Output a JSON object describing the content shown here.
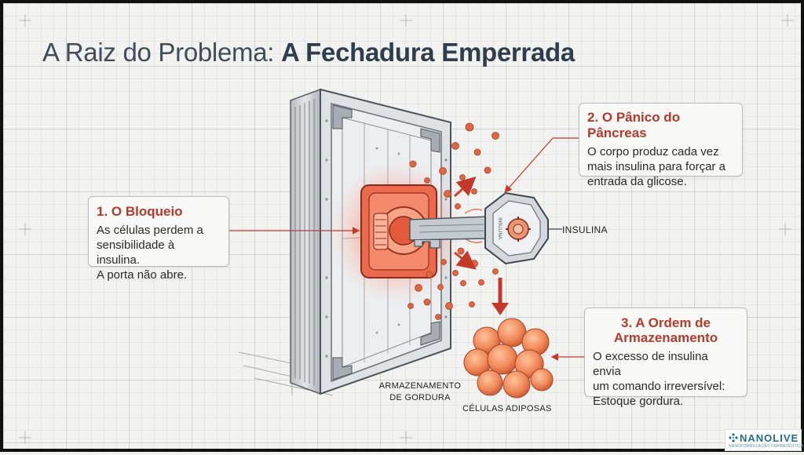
{
  "title": {
    "regular": "A Raiz do Problema: ",
    "bold": "A Fechadura Emperrada"
  },
  "callouts": [
    {
      "heading": "1. O Bloqueio",
      "lines": [
        "As células perdem a",
        "sensibilidade à insulina.",
        "A porta não abre."
      ]
    },
    {
      "heading": "2. O Pânico do Pâncreas",
      "lines": [
        "O corpo produz cada vez",
        "mais insulina para forçar a",
        "entrada da glicose."
      ]
    },
    {
      "heading_lines": [
        "3. A Ordem de",
        "Armazenamento"
      ],
      "lines": [
        "O excesso de insulina envia",
        "um comando irreversível:",
        "Estoque gordura."
      ]
    }
  ],
  "labels": {
    "insulina": "INSULINA",
    "armazenamento": [
      "ARMAZENAMENTO",
      "DE GORDURA"
    ],
    "celulas": "CÉLULAS ADIPOSAS",
    "key_engraving": "INSULINA"
  },
  "logo": {
    "brand": "NANOLIVE",
    "tagline": "NANOFORMULAÇÃO FARMACÊUTICA"
  },
  "colors": {
    "accent_red": "#b53a2c",
    "title_slate": "#3e4d5c",
    "glucose_orange": "#e0663f",
    "steel": "#c9ced3",
    "brand_teal": "#1f6f8b"
  }
}
